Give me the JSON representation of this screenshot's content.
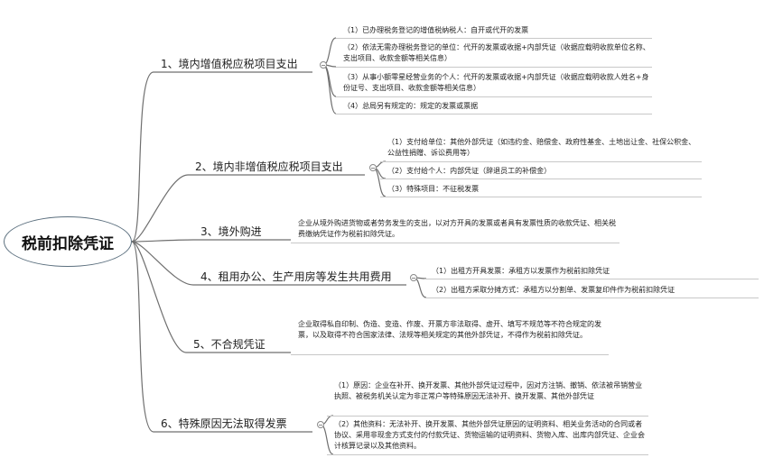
{
  "root": {
    "title": "税前扣除凭证"
  },
  "branches": [
    {
      "label": "1、境内增值税应税项目支出",
      "items": [
        "（1）已办理税务登记的增值税纳税人：自开或代开的发票",
        "（2）依法无需办理税务登记的单位：代开的发票或收据+内部凭证（收据应载明收款单位名称、支出项目、收款金额等相关信息）",
        "（3）从事小额零星经营业务的个人：代开的发票或收据+内部凭证（收据应载明收款人姓名+身份证号、支出项目、收款金额等相关信息）",
        "（4）总局另有规定的：规定的发票或票据"
      ]
    },
    {
      "label": "2、境内非增值税应税项目支出",
      "items": [
        "（1）支付给单位：其他外部凭证（如违约金、赔偿金、政府性基金、土地出让金、社保公积金、公益性捐赠、诉讼费用等）",
        "（2）支付给个人：内部凭证（辞退员工的补偿金）",
        "（3）特殊项目：不征税发票"
      ]
    },
    {
      "label": "3、境外购进",
      "items": [
        "企业从境外购进货物或者劳务发生的支出，以对方开具的发票或者具有发票性质的收款凭证、相关税费缴纳凭证作为税前扣除凭证。"
      ]
    },
    {
      "label": "4、租用办公、生产用房等发生共用费用",
      "items": [
        "（1）出租方开具发票：承租方以发票作为税前扣除凭证",
        "（2）出租方采取分摊方式：承租方以分割单、发票复印件作为税前扣除凭证"
      ]
    },
    {
      "label": "5、不合规凭证",
      "items": [
        "企业取得私自印制、伪造、变造、作废、开票方非法取得、虚开、填写不规范等不符合规定的发票，以及取得不符合国家法律、法规等相关规定的其他外部凭证，不得作为税前扣除凭证。"
      ]
    },
    {
      "label": "6、特殊原因无法取得发票",
      "items": [
        "（1）原因：企业在补开、换开发票、其他外部凭证过程中，因对方注销、撤销、依法被吊销营业执照、被税务机关认定为非正常户等特殊原因无法补开、换开发票、其他外部凭证",
        "（2）其他资料：无法补开、换开发票、其他外部凭证原因的证明资料、相关业务活动的合同或者协议、采用非现金方式支付的付款凭证、货物运输的证明资料、货物入库、出库内部凭证、企业会计核算记录以及其他资料。"
      ]
    }
  ]
}
